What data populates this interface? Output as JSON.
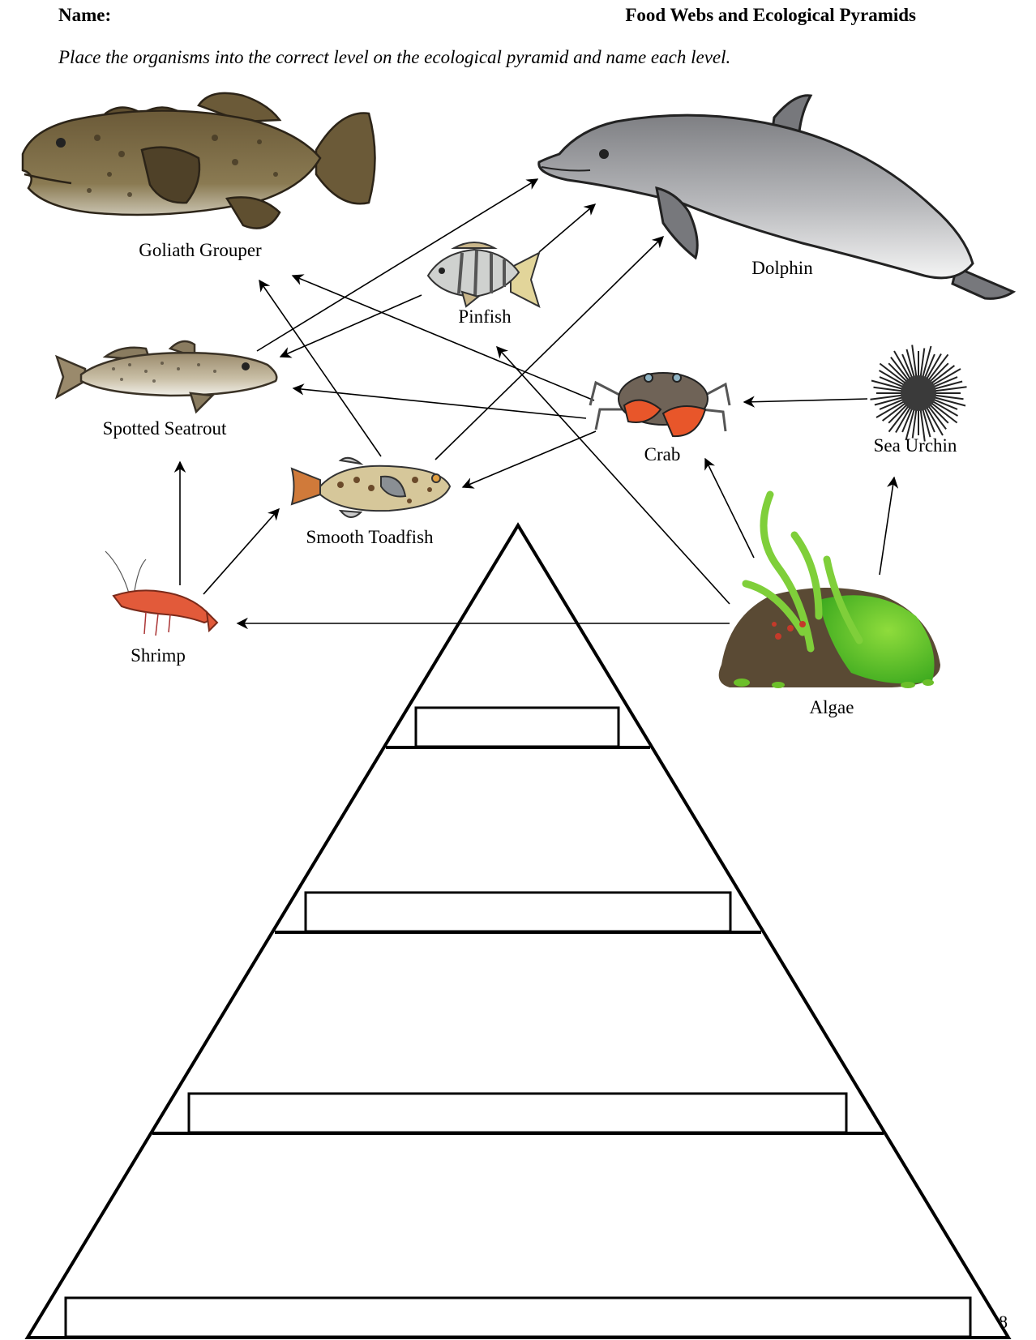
{
  "header": {
    "name_label": "Name:",
    "title": "Food Webs and Ecological Pyramids"
  },
  "instructions": "Place the organisms into the correct level on the ecological pyramid and name each level.",
  "organisms": {
    "goliath_grouper": "Goliath Grouper",
    "dolphin": "Dolphin",
    "pinfish": "Pinfish",
    "spotted_seatrout": "Spotted Seatrout",
    "crab": "Crab",
    "sea_urchin": "Sea Urchin",
    "smooth_toadfish": "Smooth Toadfish",
    "shrimp": "Shrimp",
    "algae": "Algae"
  },
  "food_web": [
    {
      "from": "Algae",
      "to": "Shrimp"
    },
    {
      "from": "Algae",
      "to": "Crab"
    },
    {
      "from": "Algae",
      "to": "Sea Urchin"
    },
    {
      "from": "Algae",
      "to": "Pinfish"
    },
    {
      "from": "Sea Urchin",
      "to": "Crab"
    },
    {
      "from": "Shrimp",
      "to": "Spotted Seatrout"
    },
    {
      "from": "Shrimp",
      "to": "Smooth Toadfish"
    },
    {
      "from": "Crab",
      "to": "Spotted Seatrout"
    },
    {
      "from": "Crab",
      "to": "Smooth Toadfish"
    },
    {
      "from": "Crab",
      "to": "Goliath Grouper"
    },
    {
      "from": "Smooth Toadfish",
      "to": "Goliath Grouper"
    },
    {
      "from": "Smooth Toadfish",
      "to": "Dolphin"
    },
    {
      "from": "Pinfish",
      "to": "Spotted Seatrout"
    },
    {
      "from": "Pinfish",
      "to": "Dolphin"
    },
    {
      "from": "Spotted Seatrout",
      "to": "Dolphin"
    }
  ],
  "pyramid": {
    "levels": 4,
    "answer_boxes": [
      "",
      "",
      "",
      ""
    ]
  },
  "page_number": "8",
  "colors": {
    "line": "#000000",
    "background": "#ffffff"
  }
}
